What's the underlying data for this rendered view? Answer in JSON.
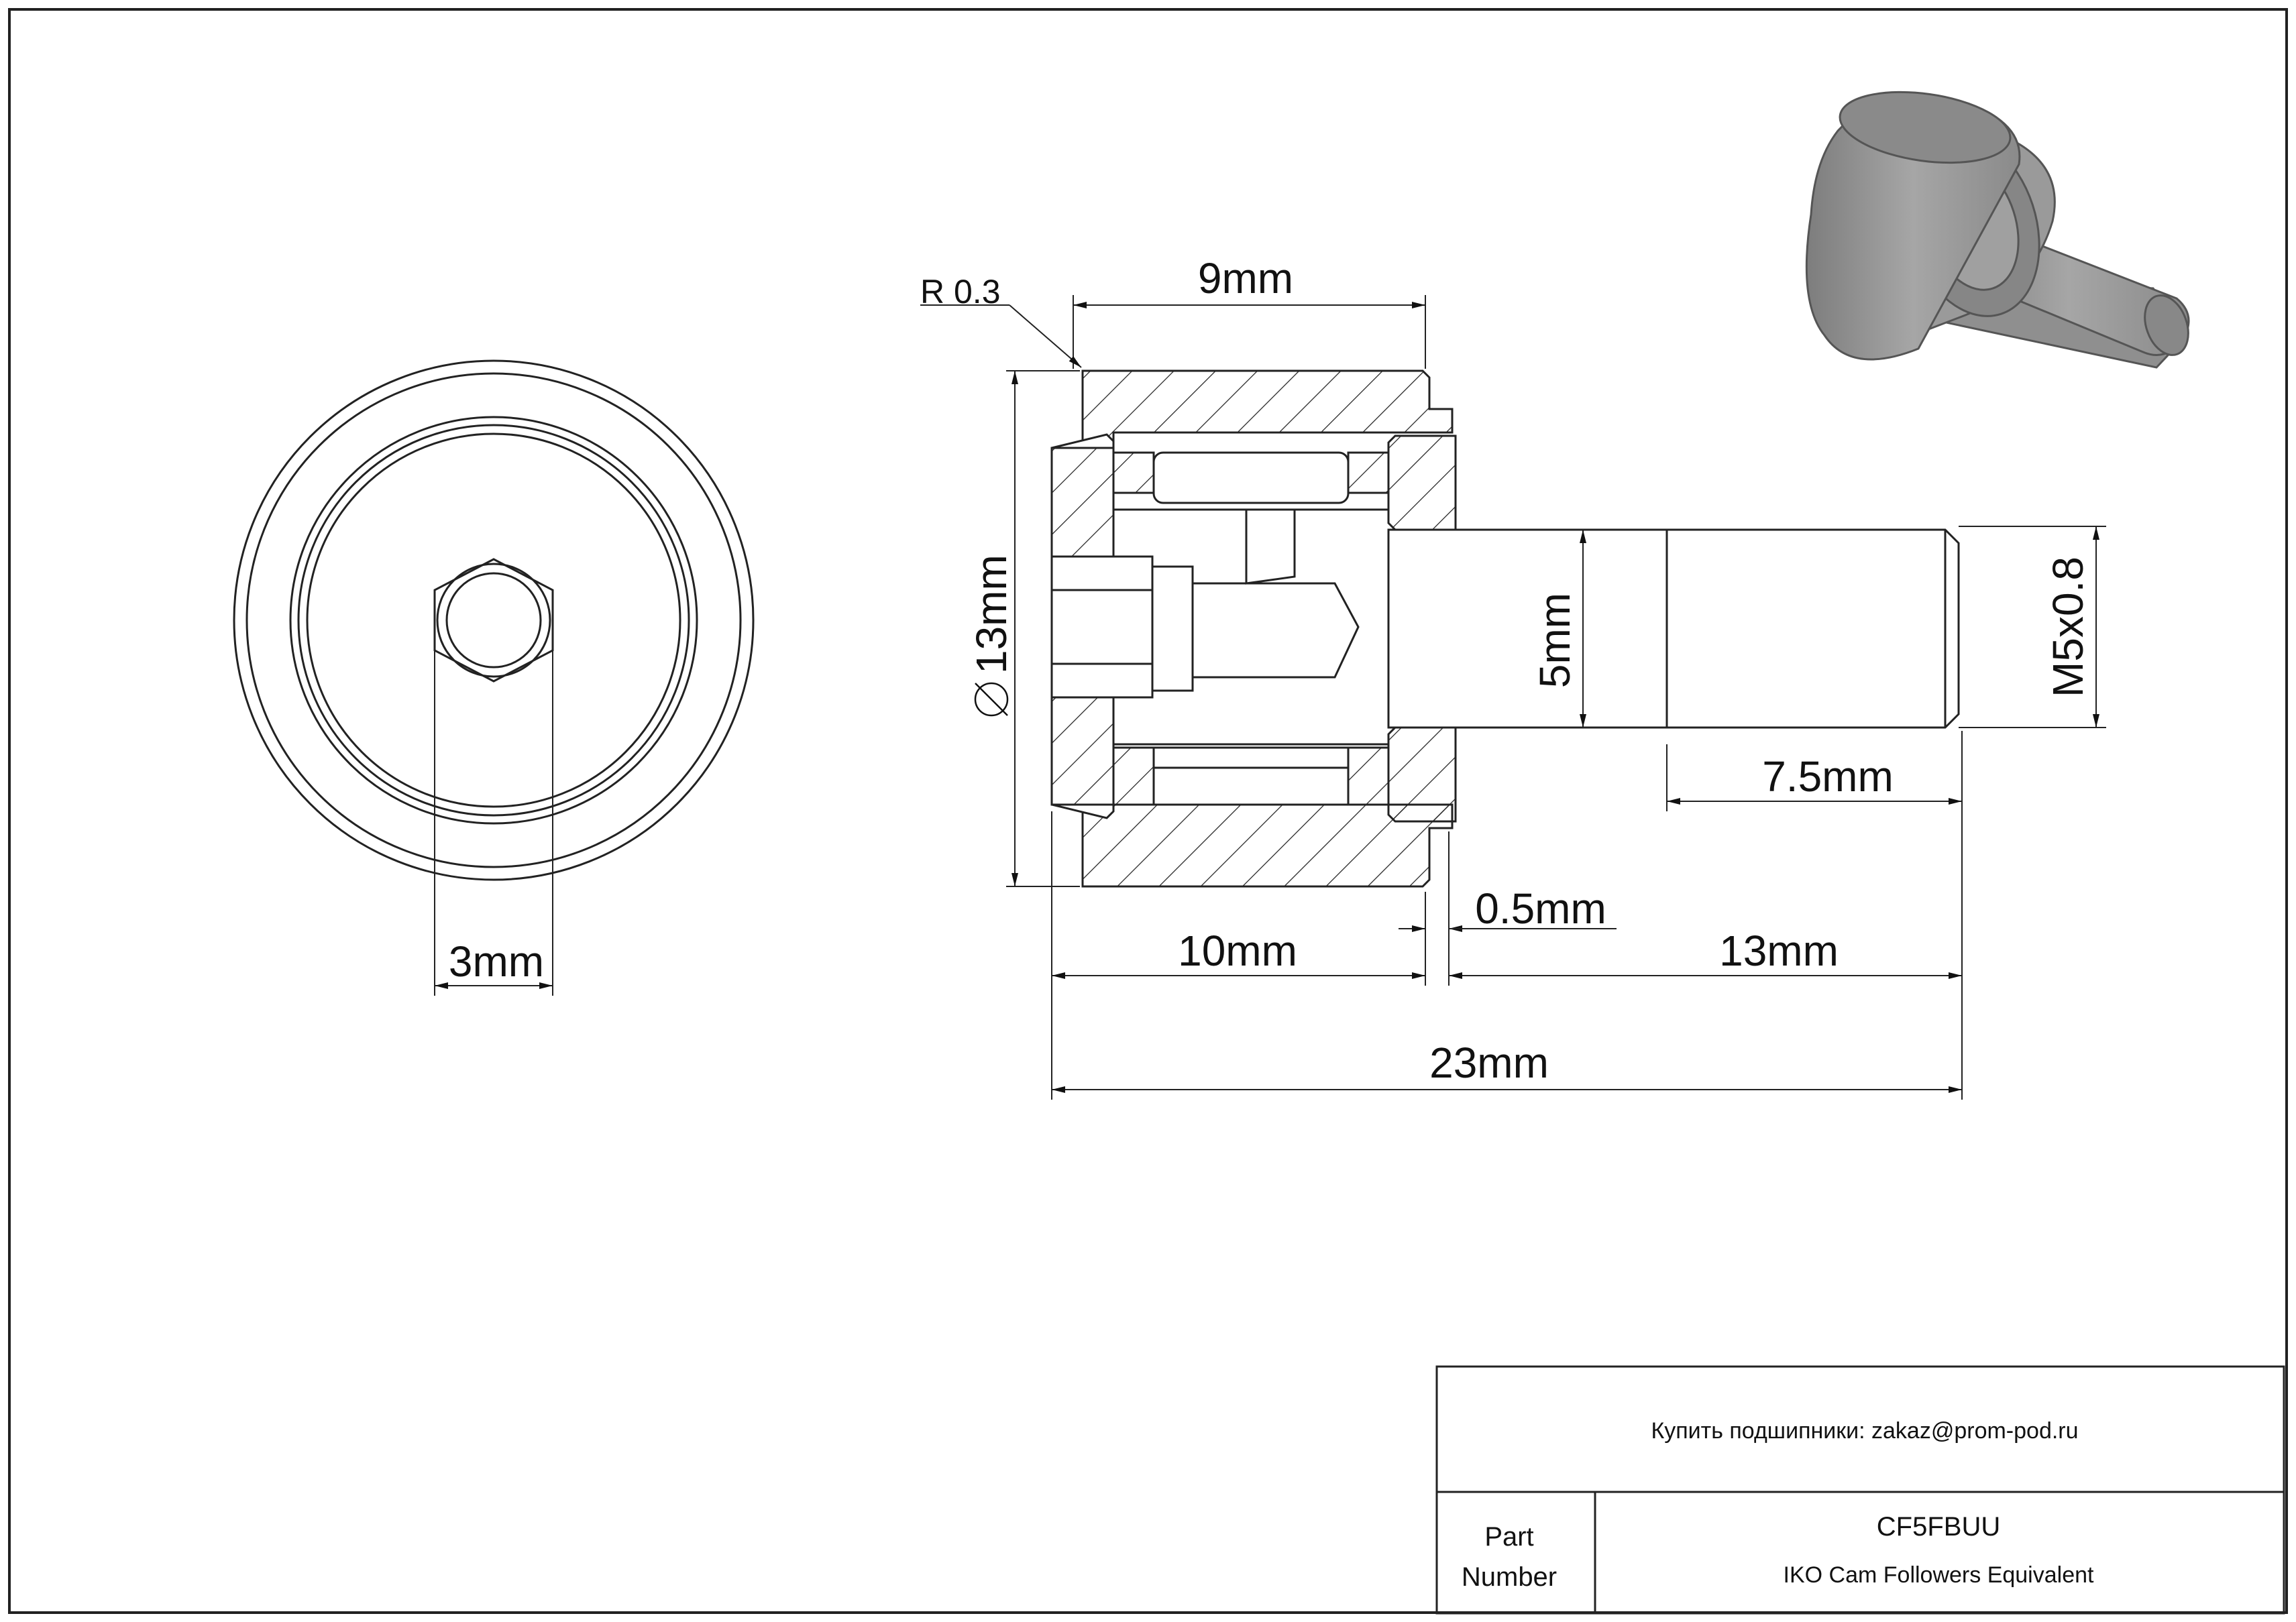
{
  "dimensions": {
    "radius": "R 0.3",
    "width_outer": "9mm",
    "diameter": "13mm",
    "stud_diameter": "5mm",
    "thread": "M5x0.8",
    "thread_length": "7.5mm",
    "flange": "0.5mm",
    "body_length": "10mm",
    "stud_length": "13mm",
    "total_length": "23mm",
    "hex": "3mm"
  },
  "title_block": {
    "buy_note": "Купить подшипники: zakaz@prom-pod.ru",
    "part_label_1": "Part",
    "part_label_2": "Number",
    "part_number": "CF5FBUU",
    "description": "IKO Cam Followers Equivalent"
  }
}
